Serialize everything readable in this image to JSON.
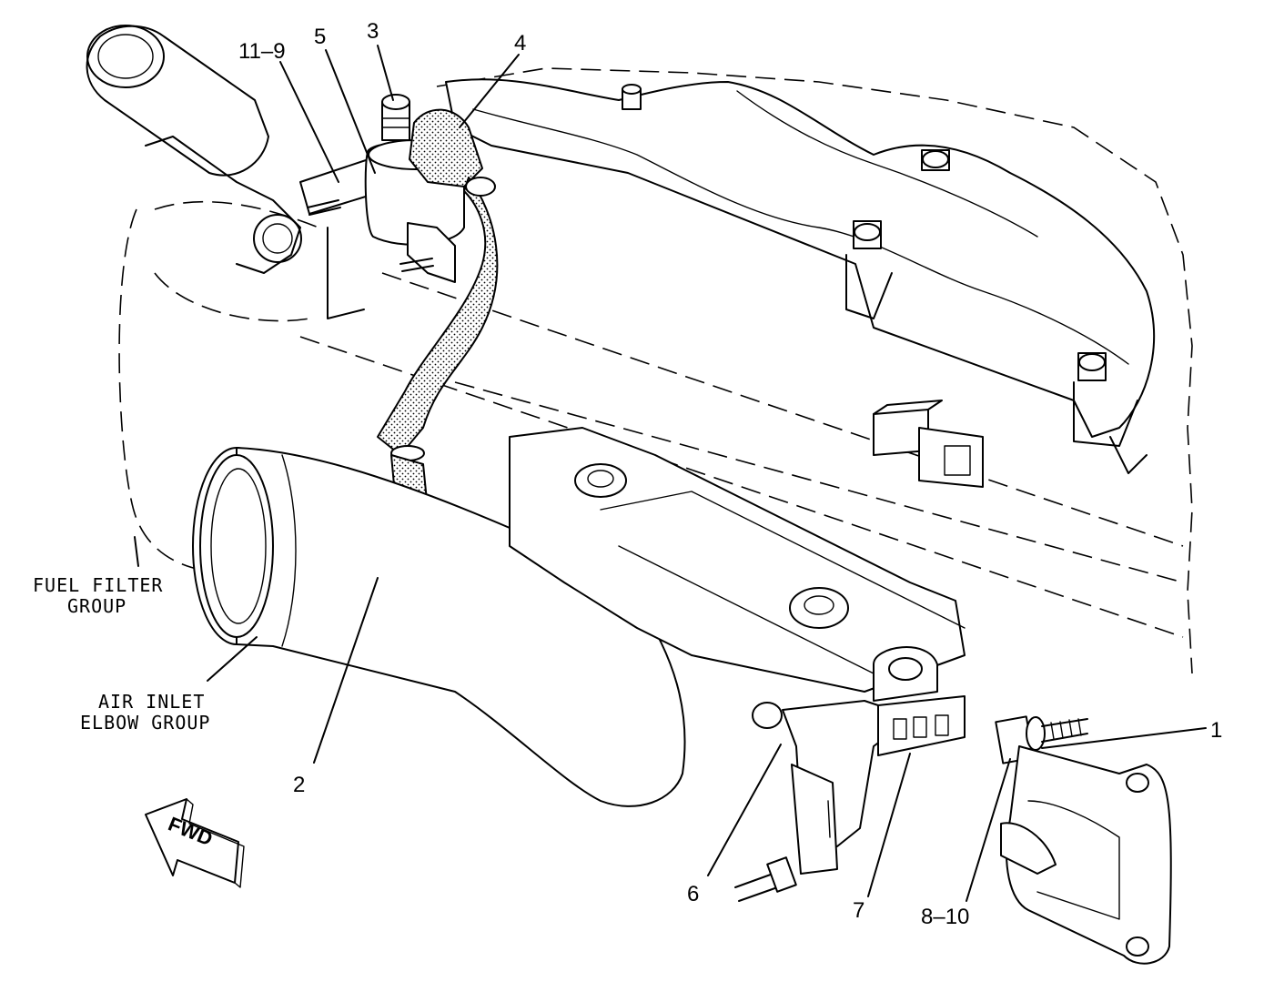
{
  "callouts": {
    "c1": "1",
    "c2": "2",
    "c3": "3",
    "c4": "4",
    "c5": "5",
    "c6": "6",
    "c7": "7",
    "c810": "8–10",
    "c119": "11–9"
  },
  "notes": {
    "fuel_filter_line1": "FUEL FILTER",
    "fuel_filter_line2": "GROUP",
    "air_inlet_line1": "AIR INLET",
    "air_inlet_line2": "ELBOW GROUP"
  },
  "fwd_arrow": "FWD"
}
